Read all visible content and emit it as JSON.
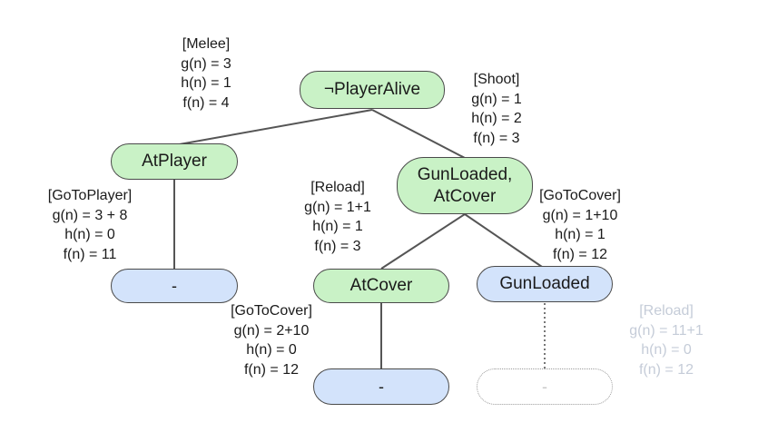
{
  "nodes": {
    "root": "¬PlayerAlive",
    "at_player": "AtPlayer",
    "gun_loaded_at_cover_line1": "GunLoaded,",
    "gun_loaded_at_cover_line2": "AtCover",
    "leaf_left": "-",
    "at_cover": "AtCover",
    "gun_loaded": "GunLoaded",
    "leaf_mid": "-",
    "leaf_ghost": "-"
  },
  "labels": {
    "melee": {
      "action": "[Melee]",
      "g": "g(n) = 3",
      "h": "h(n) = 1",
      "f": "f(n) = 4"
    },
    "shoot": {
      "action": "[Shoot]",
      "g": "g(n) = 1",
      "h": "h(n) = 2",
      "f": "f(n) = 3"
    },
    "go_to_player": {
      "action": "[GoToPlayer]",
      "g": "g(n) = 3 + 8",
      "h": "h(n) = 0",
      "f": "f(n) = 11"
    },
    "reload": {
      "action": "[Reload]",
      "g": "g(n) = 1+1",
      "h": "h(n) = 1",
      "f": "f(n) = 3"
    },
    "go_to_cover_right": {
      "action": "[GoToCover]",
      "g": "g(n) = 1+10",
      "h": "h(n) = 1",
      "f": "f(n) = 12"
    },
    "go_to_cover_bottom": {
      "action": "[GoToCover]",
      "g": "g(n) = 2+10",
      "h": "h(n) = 0",
      "f": "f(n) = 12"
    },
    "reload_faded": {
      "action": "[Reload]",
      "g": "g(n) = 11+1",
      "h": "h(n) = 0",
      "f": "f(n) = 12"
    }
  },
  "colors": {
    "green_node": "#c9f2c6",
    "blue_node": "#d3e3fb",
    "edge": "#555555",
    "faded_text": "#c5ccd8"
  }
}
